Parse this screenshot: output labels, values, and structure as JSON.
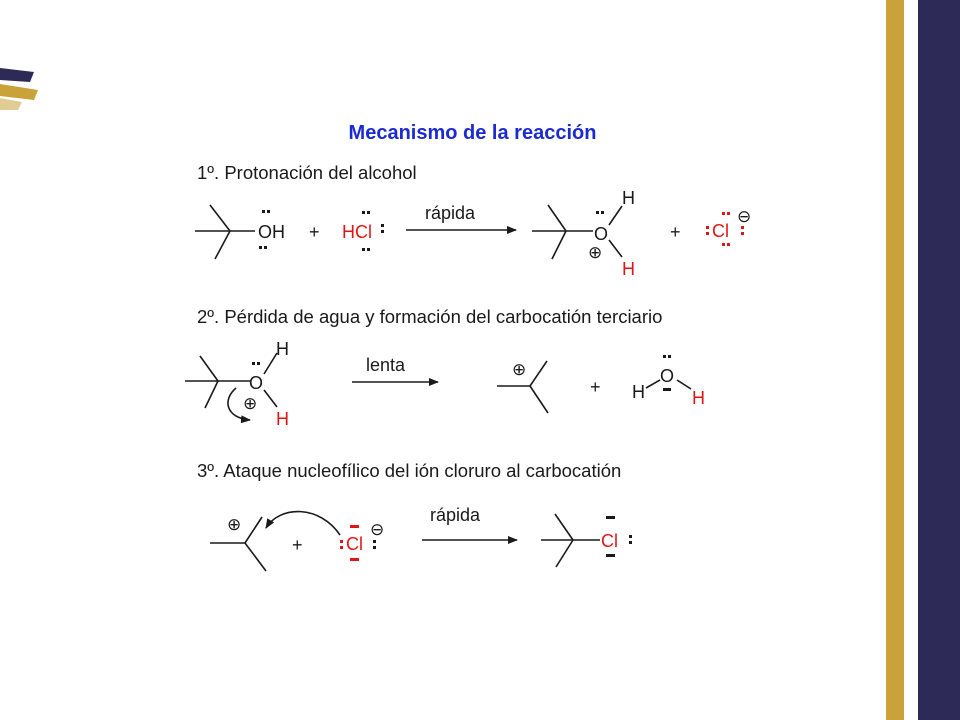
{
  "title": "Mecanismo de la reacción",
  "steps": [
    {
      "label": "1º. Protonación del alcohol",
      "arrow": "rápida"
    },
    {
      "label": "2º. Pérdida de agua y formación del carbocatión terciario",
      "arrow": "lenta"
    },
    {
      "label": "3º. Ataque nucleofílico del ión cloruro al carbocatión",
      "arrow": "rápida"
    }
  ],
  "symbols": {
    "plus": "+",
    "oxygen": "O",
    "hydrogen": "H",
    "hydroxyl": "OH",
    "hcl": "HCl",
    "chlorine": "Cl",
    "cation": "⊕",
    "anion": "⊖"
  },
  "colors": {
    "title": "#1c2ad2",
    "chloride": "#e01616",
    "accent_gold": "#c9a23a",
    "accent_navy": "#2d2a58"
  }
}
